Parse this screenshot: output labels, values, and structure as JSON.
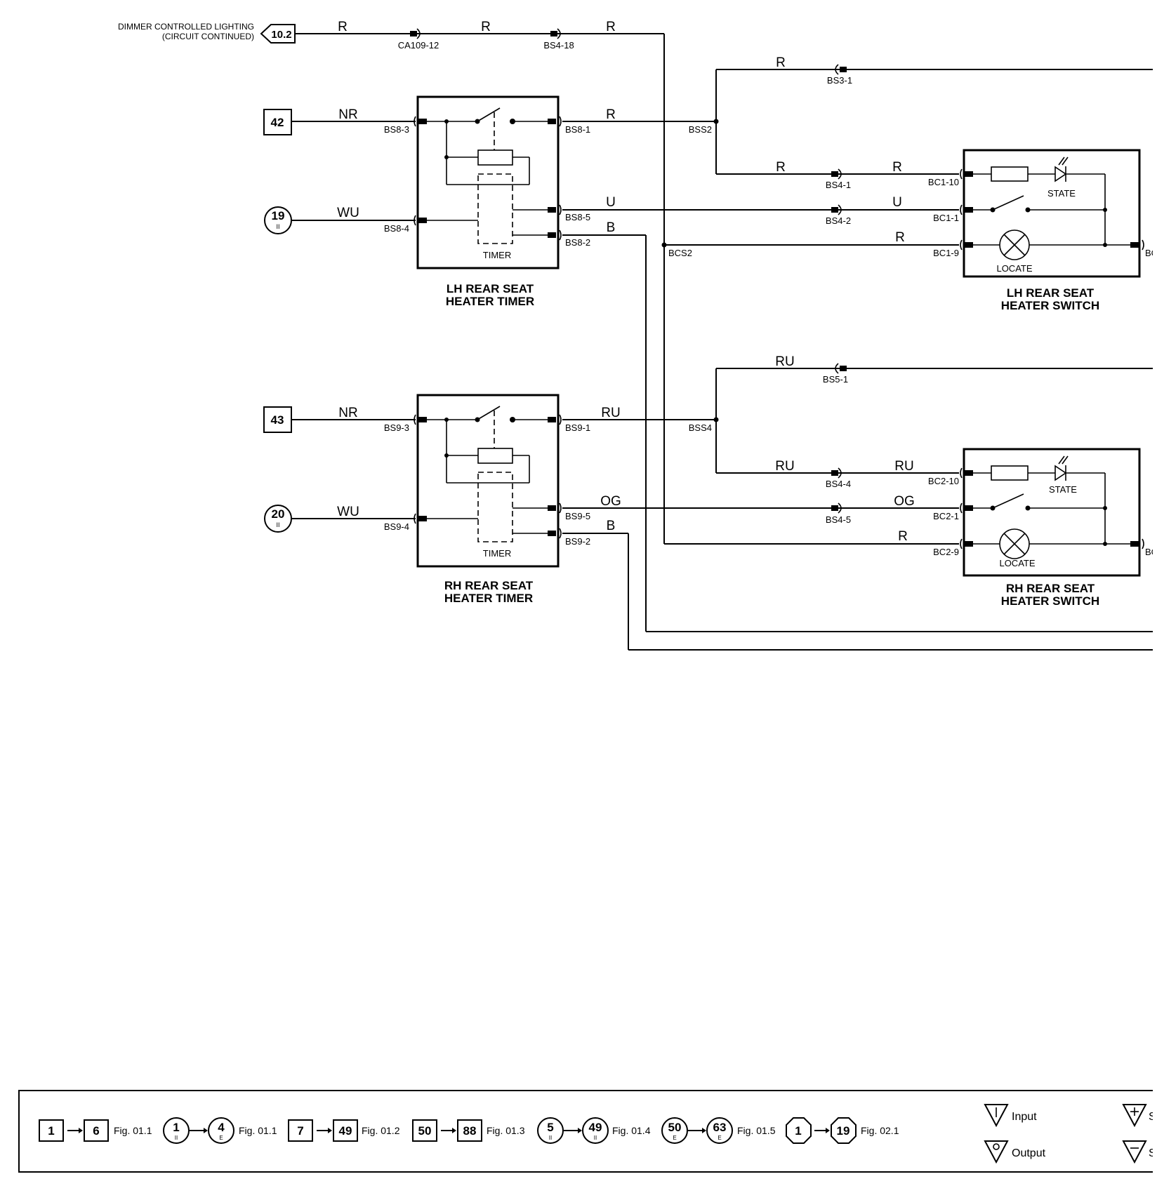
{
  "header": {
    "line1": "DIMMER CONTROLLED LIGHTING",
    "line2": "(CIRCUIT CONTINUED)",
    "ref": "10.2"
  },
  "references": {
    "ref42": "42",
    "ref43": "43",
    "ref19": "19",
    "ref20": "20",
    "sub": "II"
  },
  "wires": {
    "r": "R",
    "nr": "NR",
    "wu": "WU",
    "u": "U",
    "b": "B",
    "ru": "RU",
    "og": "OG"
  },
  "pins": {
    "ca109_12": "CA109-12",
    "bs4_18": "BS4-18",
    "bs3_1": "BS3-1",
    "bs8_3": "BS8-3",
    "bs8_1": "BS8-1",
    "bss2": "BSS2",
    "bs8_4": "BS8-4",
    "bs8_5": "BS8-5",
    "bs8_2": "BS8-2",
    "bcs2": "BCS2",
    "bs4_1": "BS4-1",
    "bs4_2": "BS4-2",
    "bc1_10": "BC1-10",
    "bc1_1": "BC1-1",
    "bc1_9": "BC1-9",
    "bs5_1": "BS5-1",
    "bs9_3": "BS9-3",
    "bs9_1": "BS9-1",
    "bss4": "BSS4",
    "bs9_4": "BS9-4",
    "bs9_5": "BS9-5",
    "bs9_2": "BS9-2",
    "bs4_4": "BS4-4",
    "bs4_5": "BS4-5",
    "bc2_10": "BC2-10",
    "bc2_1": "BC2-1",
    "bc2_9": "BC2-9",
    "bc_cut": "BC"
  },
  "components": {
    "timer_label": "TIMER",
    "state_label": "STATE",
    "locate_label": "LOCATE",
    "lh_timer_l1": "LH REAR SEAT",
    "lh_timer_l2": "HEATER TIMER",
    "rh_timer_l1": "RH REAR SEAT",
    "rh_timer_l2": "HEATER TIMER",
    "lh_switch_l1": "LH REAR SEAT",
    "lh_switch_l2": "HEATER SWITCH",
    "rh_switch_l1": "RH REAR SEAT",
    "rh_switch_l2": "HEATER SWITCH"
  },
  "legend": {
    "g1_from": "1",
    "g1_to": "6",
    "g1_fig": "Fig. 01.1",
    "g2_from": "1",
    "g2_from_sub": "II",
    "g2_to": "4",
    "g2_to_sub": "E",
    "g2_fig": "Fig. 01.1",
    "g3_from": "7",
    "g3_to": "49",
    "g3_fig": "Fig. 01.2",
    "g4_from": "50",
    "g4_to": "88",
    "g4_fig": "Fig. 01.3",
    "g5_from": "5",
    "g5_from_sub": "II",
    "g5_to": "49",
    "g5_to_sub": "II",
    "g5_fig": "Fig. 01.4",
    "g6_from": "50",
    "g6_from_sub": "E",
    "g6_to": "63",
    "g6_to_sub": "E",
    "g6_fig": "Fig. 01.5",
    "g7_from": "1",
    "g7_to": "19",
    "g7_fig": "Fig. 02.1",
    "input": "Input",
    "output": "Output",
    "cut1": "S",
    "cut2": "S"
  }
}
